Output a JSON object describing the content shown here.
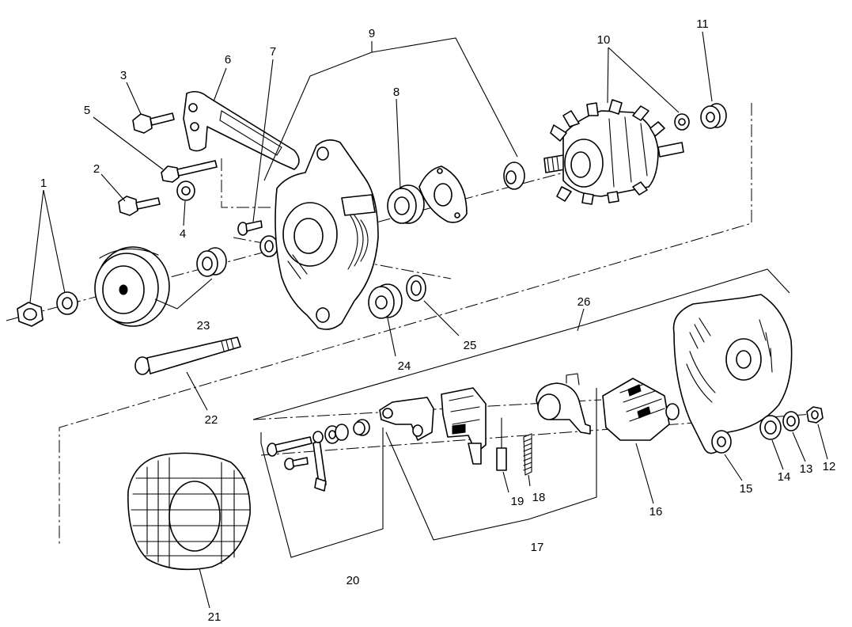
{
  "callouts": {
    "c1": "1",
    "c2": "2",
    "c3": "3",
    "c4": "4",
    "c5": "5",
    "c6": "6",
    "c7": "7",
    "c8": "8",
    "c9": "9",
    "c10": "10",
    "c11": "11",
    "c12": "12",
    "c13": "13",
    "c14": "14",
    "c15": "15",
    "c16": "16",
    "c17": "17",
    "c18": "18",
    "c19": "19",
    "c20": "20",
    "c21": "21",
    "c22": "22",
    "c23": "23",
    "c24": "24",
    "c25": "25",
    "c26": "26"
  },
  "colors": {
    "ink": "#000000",
    "paper": "#ffffff"
  }
}
